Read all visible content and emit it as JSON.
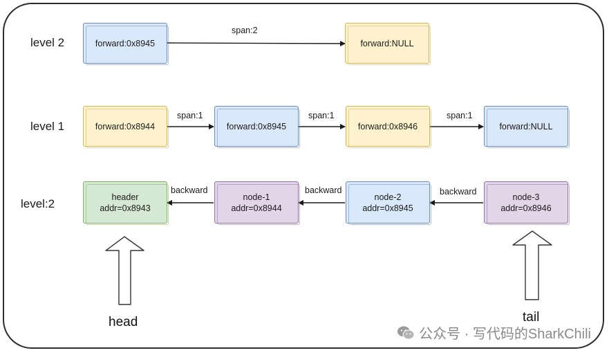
{
  "levels": {
    "level2": "level 2",
    "level1": "level 1",
    "level_count": "level:2"
  },
  "level2_nodes": {
    "head_forward": "forward:0x8945",
    "end_forward": "forward:NULL"
  },
  "level2_span": "span:2",
  "level1_nodes": [
    {
      "text": "forward:0x8944"
    },
    {
      "text": "forward:0x8945"
    },
    {
      "text": "forward:0x8946"
    },
    {
      "text": "forward:NULL"
    }
  ],
  "level1_spans": [
    "span:1",
    "span:1",
    "span:1"
  ],
  "base_nodes": [
    {
      "name": "header",
      "addr": "addr=0x8943"
    },
    {
      "name": "node-1",
      "addr": "addr=0x8944"
    },
    {
      "name": "node-2",
      "addr": "addr=0x8945"
    },
    {
      "name": "node-3",
      "addr": "addr=0x8946"
    }
  ],
  "backward_labels": [
    "backward",
    "backward",
    "backward"
  ],
  "pointers": {
    "head": "head",
    "tail": "tail"
  },
  "watermark": {
    "text": "公众号 · 写代码的SharkChili",
    "icon": "wechat-icon"
  },
  "colors": {
    "blue_fill": "#dae8fc",
    "blue_stroke": "#6c8ebf",
    "yellow_fill": "#fff2cc",
    "yellow_stroke": "#d6b656",
    "green_fill": "#d5e8d4",
    "green_stroke": "#82b366",
    "purple_fill": "#e1d5e7",
    "purple_stroke": "#9673a6"
  }
}
